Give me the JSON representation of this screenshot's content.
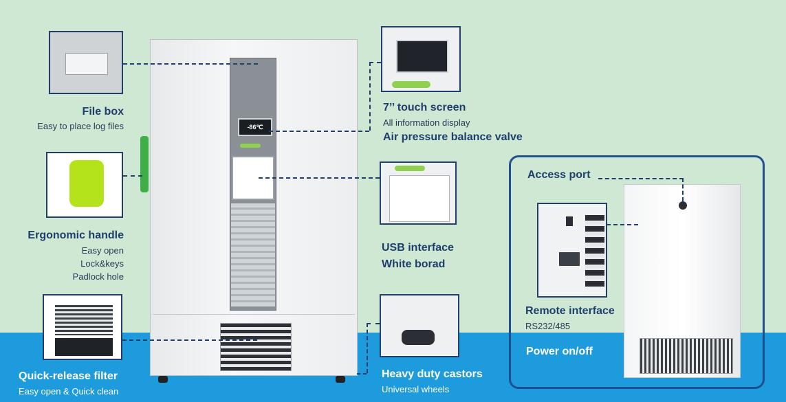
{
  "features": {
    "file_box": {
      "title": "File box",
      "subtitle": "Easy to place log files"
    },
    "touch_screen": {
      "title": "7’’ touch screen",
      "subtitle": "All information display",
      "extra": "Air pressure balance valve"
    },
    "handle": {
      "title": "Ergonomic handle",
      "lines": [
        "Easy open",
        "Lock&keys",
        "Padlock hole"
      ]
    },
    "usb": {
      "title": "USB interface",
      "extra": "White borad"
    },
    "filter": {
      "title": "Quick-release filter",
      "subtitle": "Easy open & Quick clean"
    },
    "castors": {
      "title": "Heavy duty castors",
      "subtitle": "Universal wheels"
    },
    "access_port": {
      "title": "Access port"
    },
    "remote": {
      "title": "Remote interface",
      "subtitle": "RS232/485"
    },
    "power": {
      "title": "Power on/off"
    }
  },
  "screen_readout": "-86℃",
  "colors": {
    "top_bg": "#cfe8d4",
    "bottom_bg": "#1d9bdc",
    "accent": "#1f3e6b",
    "green": "#8fd14f"
  }
}
